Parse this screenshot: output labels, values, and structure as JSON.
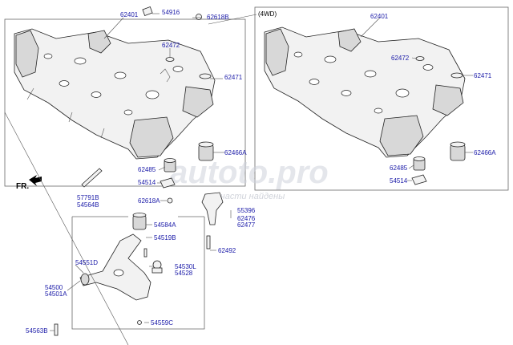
{
  "watermark": {
    "main": "autoto.pro",
    "sub": "запчасти найдены"
  },
  "direction_label": "FR.",
  "variant_label": "(4WD)",
  "left_labels": {
    "p62401": "62401",
    "p54916": "54916",
    "p62618B": "62618B",
    "p62472": "62472",
    "p62471": "62471",
    "p62466A": "62466A",
    "p62485": "62485",
    "p54514": "54514",
    "p57791B": "57791B",
    "p54564B": "54564B",
    "p62618A": "62618A",
    "p55396": "55396",
    "p62476": "62476",
    "p62477": "62477",
    "p54584A": "54584A",
    "p54519B": "54519B",
    "p62492": "62492",
    "p54551D": "54551D",
    "p54530L": "54530L",
    "p54528": "54528",
    "p54500": "54500",
    "p54501A": "54501A",
    "p54559C": "54559C",
    "p54563B": "54563B"
  },
  "right_labels": {
    "p62401": "62401",
    "p62472": "62472",
    "p62471": "62471",
    "p62466A": "62466A",
    "p62485": "62485",
    "p54514": "54514"
  }
}
